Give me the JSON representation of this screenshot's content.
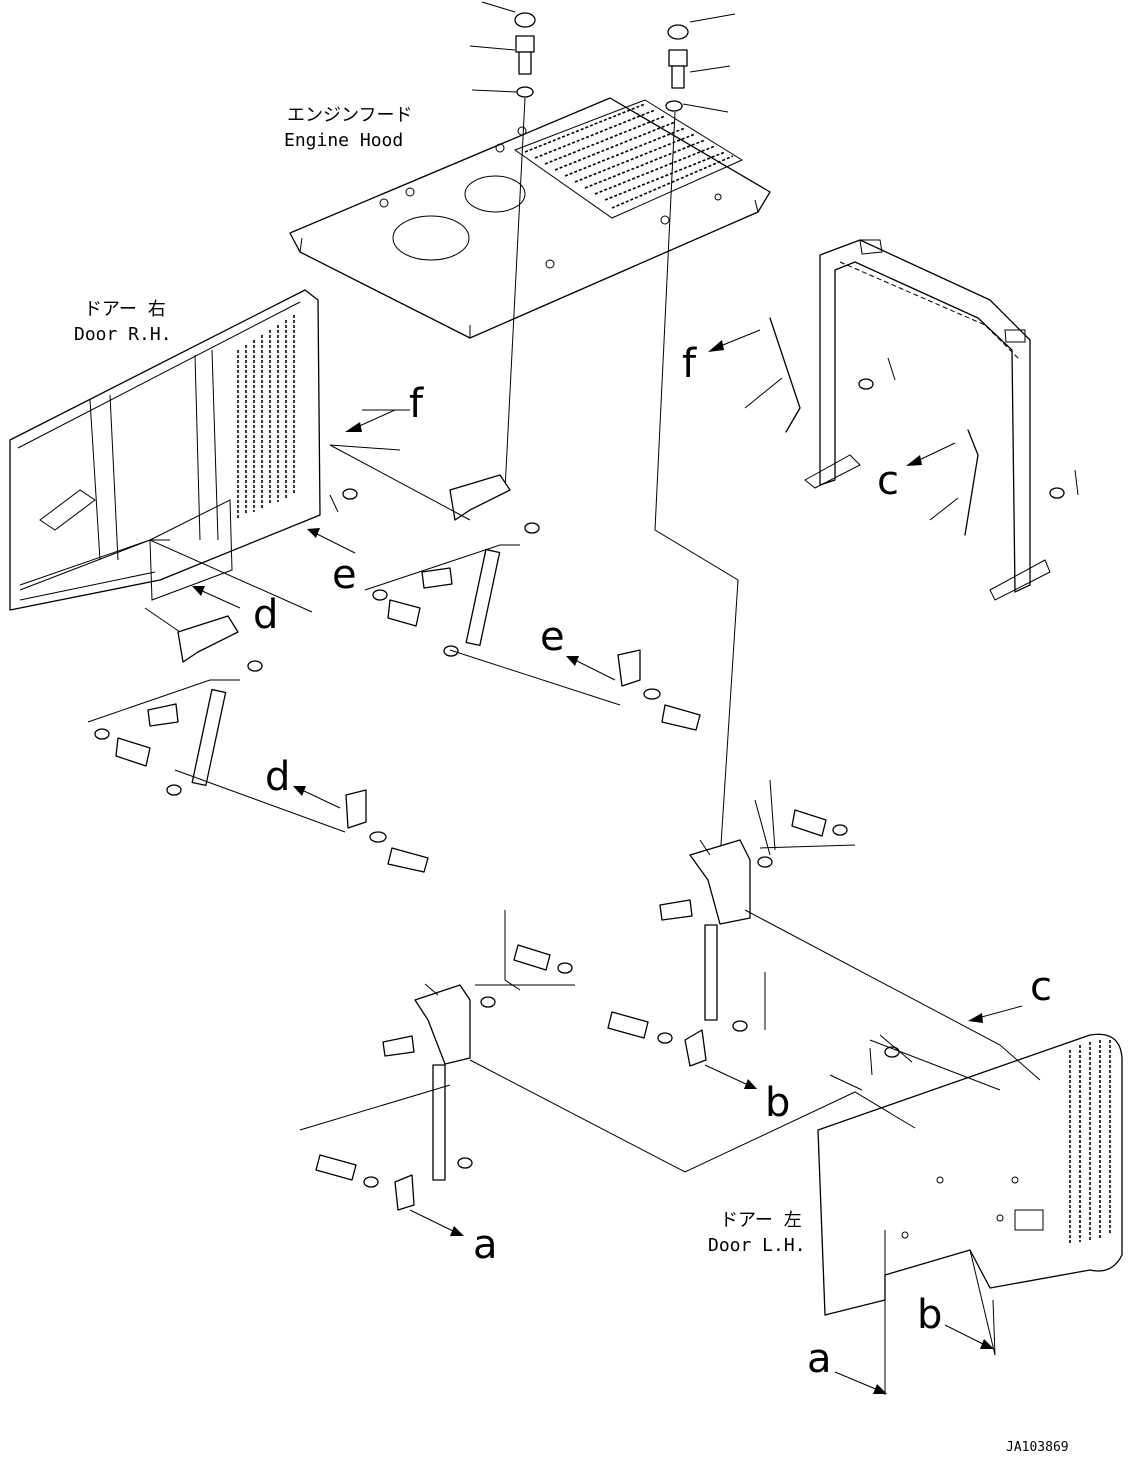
{
  "labels": {
    "engine_hood_jp": "エンジンフード",
    "engine_hood_en": "Engine Hood",
    "door_rh_jp": "ドアー 右",
    "door_rh_en": "Door R.H.",
    "door_lh_jp": "ドアー 左",
    "door_lh_en": "Door L.H."
  },
  "refs": {
    "a": "a",
    "b": "b",
    "c": "c",
    "d": "d",
    "e": "e",
    "f": "f"
  },
  "drawing_number": "JA103869"
}
